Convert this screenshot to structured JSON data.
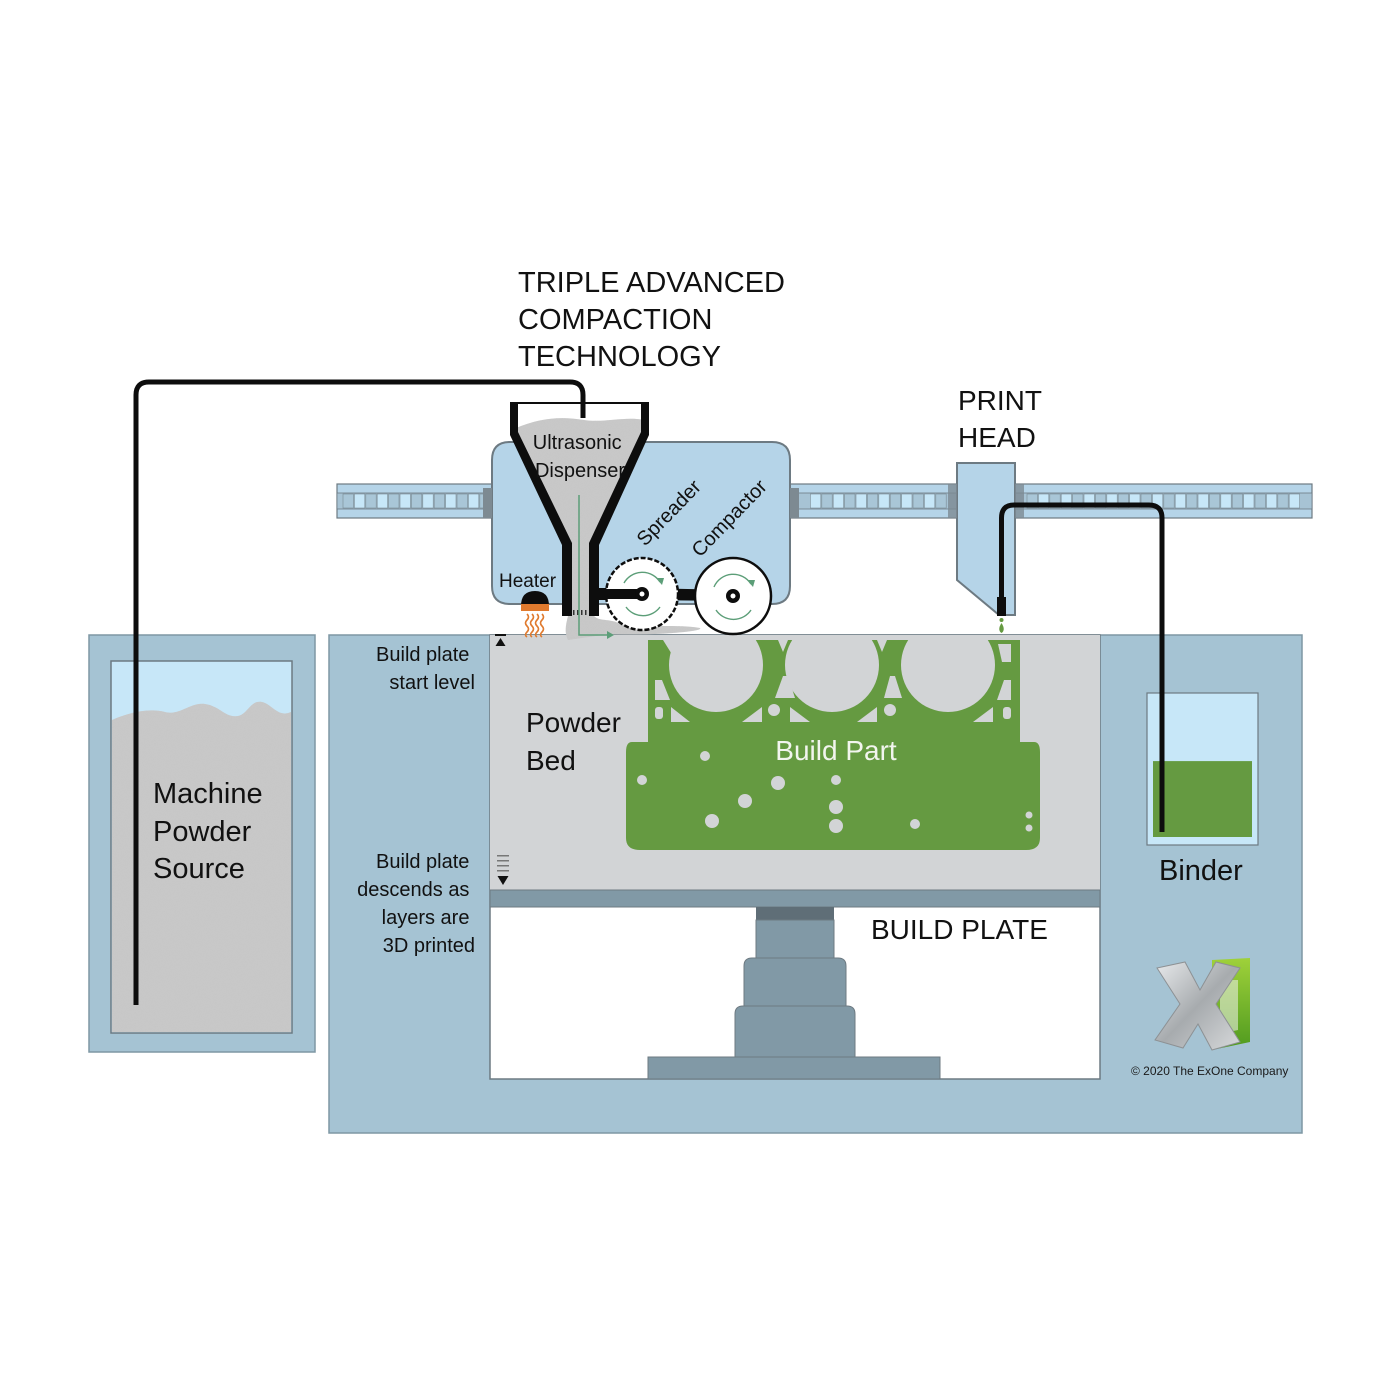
{
  "title": {
    "lines": [
      "TRIPLE ADVANCED",
      "COMPACTION",
      "TECHNOLOGY"
    ]
  },
  "print_head": {
    "lines": [
      "PRINT",
      "HEAD"
    ]
  },
  "dispenser": {
    "lines": [
      "Ultrasonic",
      "Dispenser"
    ]
  },
  "rollers": {
    "spreader": "Spreader",
    "compactor": "Compactor"
  },
  "heater": {
    "label": "Heater"
  },
  "powder_source": {
    "lines": [
      "Machine",
      "Powder",
      "Source"
    ]
  },
  "build_plate_start": {
    "lines": [
      "Build plate",
      "start level"
    ]
  },
  "build_plate_descends": {
    "lines": [
      "Build plate",
      "descends as",
      "layers are",
      "3D printed"
    ]
  },
  "powder_bed": {
    "lines": [
      "Powder",
      "Bed"
    ]
  },
  "build_part": {
    "label": "Build Part"
  },
  "binder": {
    "label": "Binder",
    "fill_level": 0.55
  },
  "build_plate": {
    "label": "BUILD PLATE"
  },
  "logo": {
    "name": "X1 logo",
    "copyright": "© 2020 The ExOne Company"
  },
  "colors": {
    "machine_body": "#a5c3d3",
    "hopper_air": "#c7e7f8",
    "carriage": "#b5d4e8",
    "powder": "#c9c9c9",
    "powder_bed": "#d2d4d6",
    "build_part_green": "#659a41",
    "plate_steel": "#8199a6",
    "plate_dark": "#5f6e77",
    "heater_orange": "#e07a2e",
    "flow_arrow": "#5c9e78",
    "tube": "#0d0d0d",
    "outline": "#6d7a82"
  }
}
